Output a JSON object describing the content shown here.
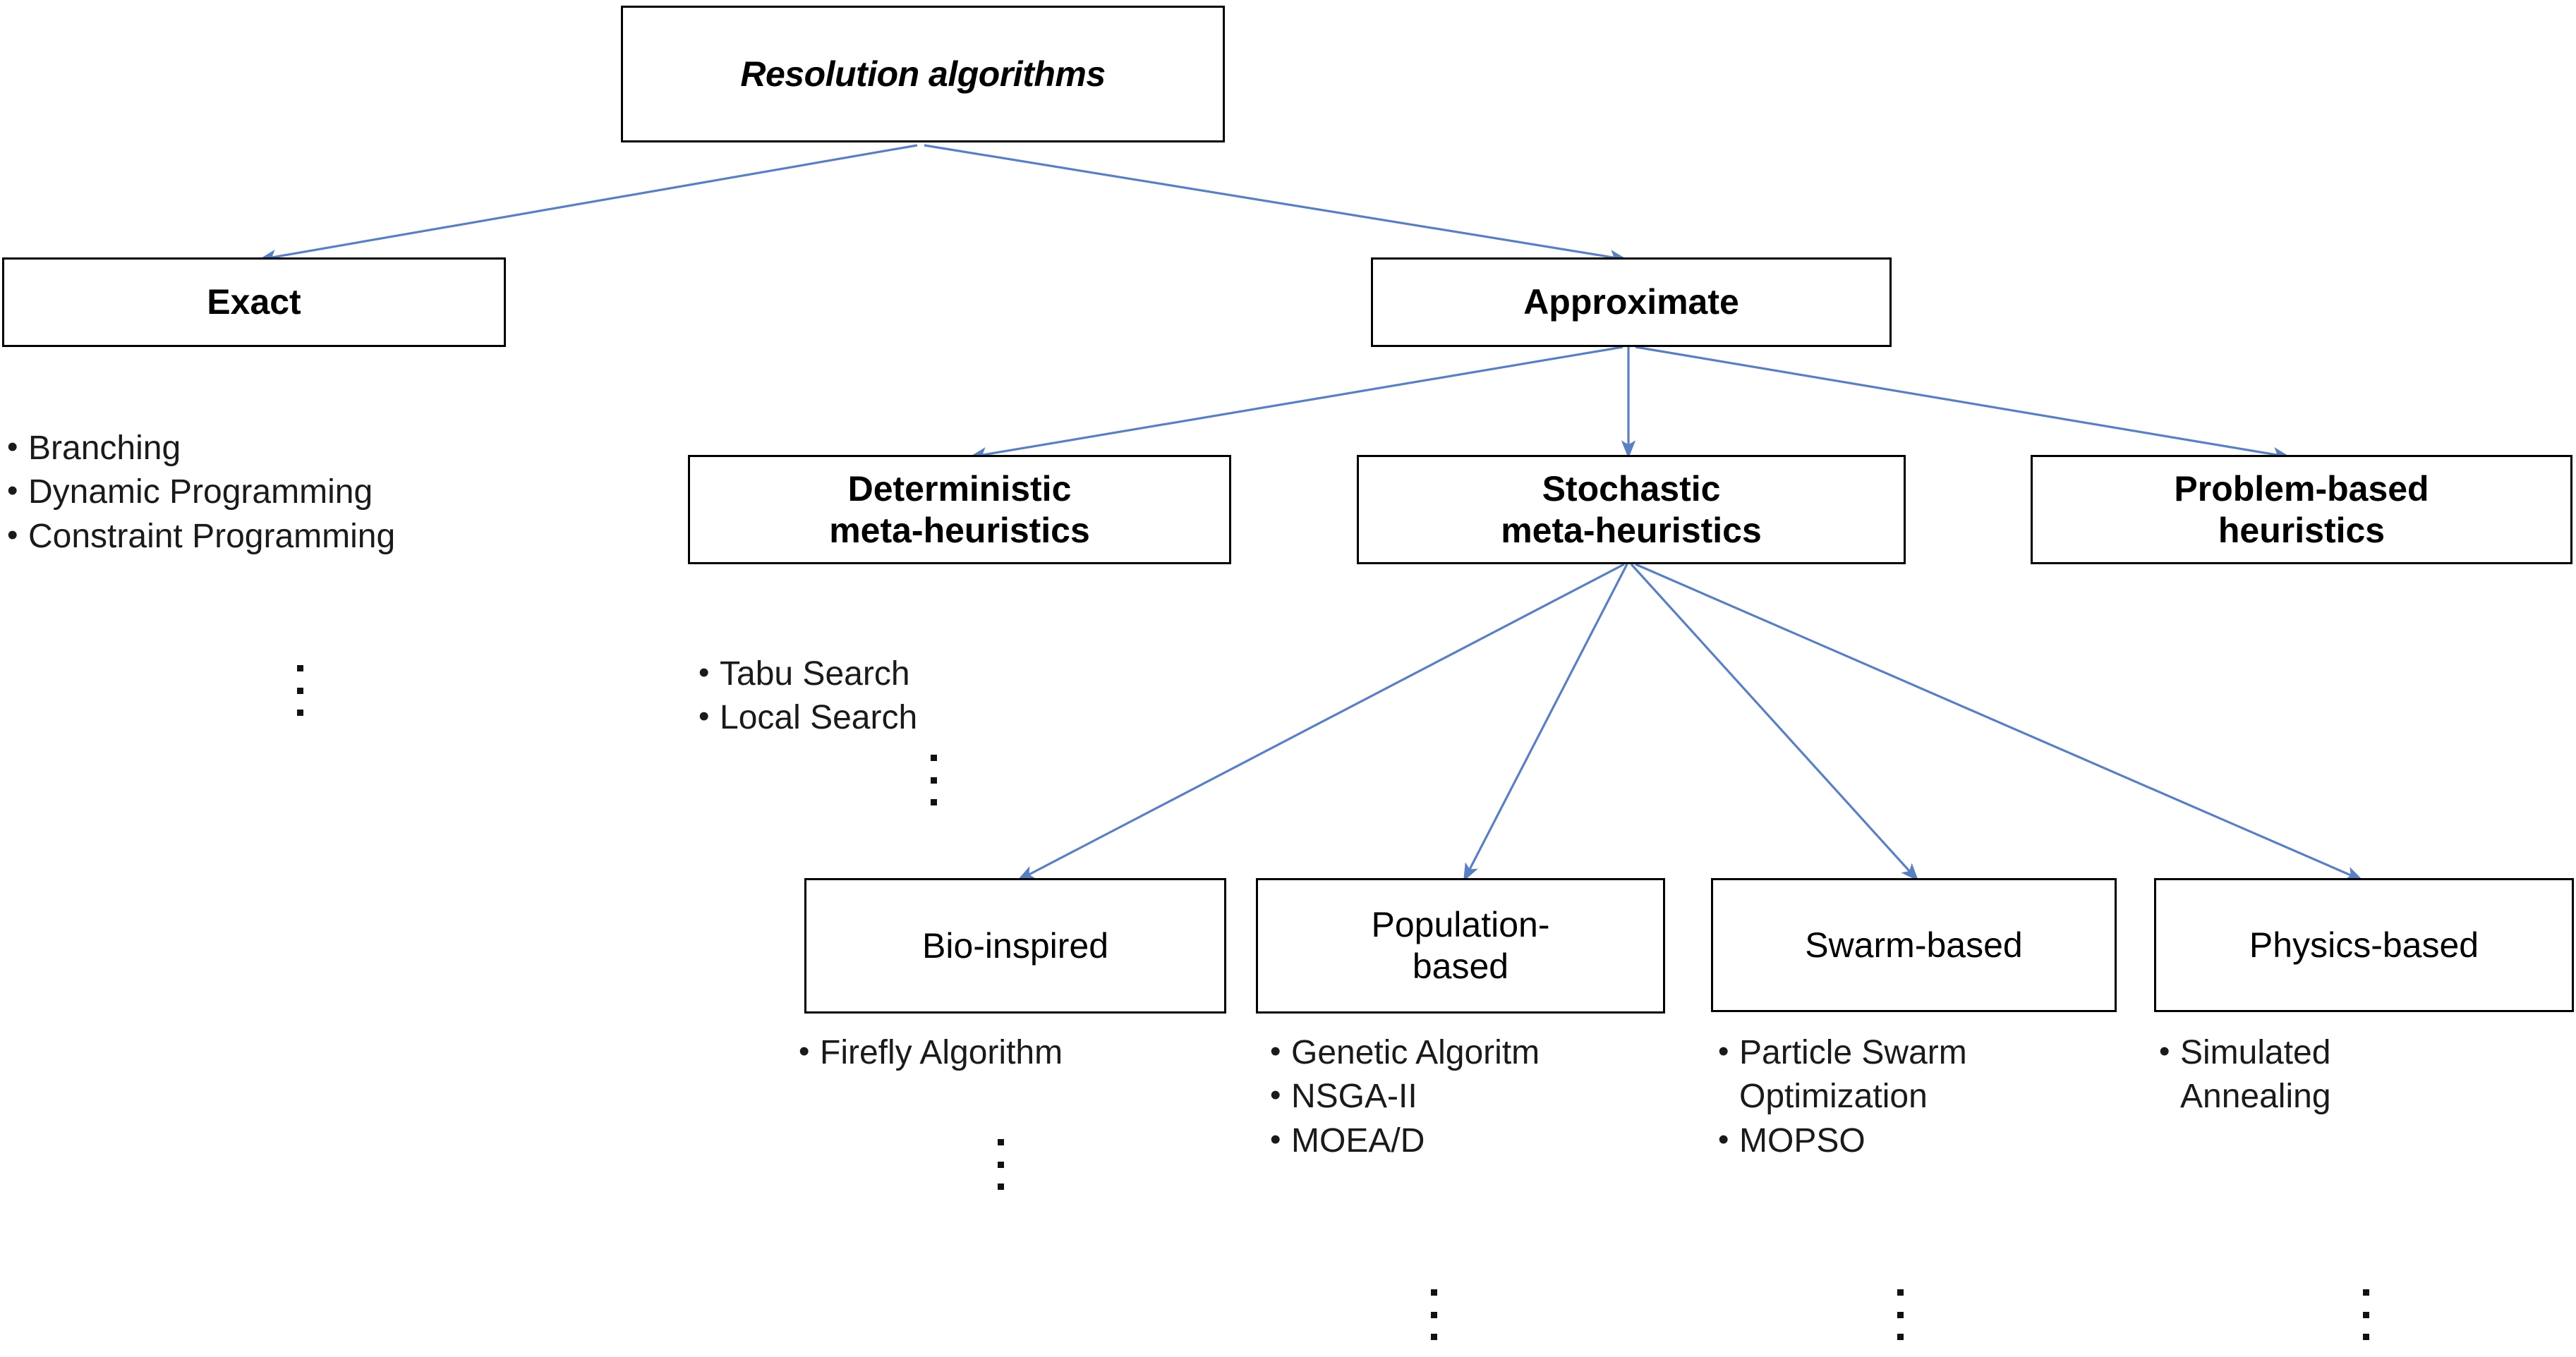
{
  "diagram": {
    "title": "Resolution algorithms taxonomy",
    "arrow_color": "#5b7fc0",
    "box_border_color": "#000000",
    "text_color": "#000000",
    "background": "#ffffff"
  },
  "nodes": {
    "root": {
      "label": "Resolution algorithms"
    },
    "exact": {
      "label": "Exact"
    },
    "approximate": {
      "label": "Approximate"
    },
    "deterministic": {
      "label": "Deterministic\nmeta-heuristics",
      "line1": "Deterministic",
      "line2": "meta-heuristics"
    },
    "stochastic": {
      "label": "Stochastic\nmeta-heuristics",
      "line1": "Stochastic",
      "line2": "meta-heuristics"
    },
    "problem_based": {
      "label": "Problem-based\nheuristics",
      "line1": "Problem-based",
      "line2": "heuristics"
    },
    "bio_inspired": {
      "label": "Bio-inspired"
    },
    "population_based": {
      "label": "Population-\nbased",
      "line1": "Population-",
      "line2": "based"
    },
    "swarm_based": {
      "label": "Swarm-based"
    },
    "physics_based": {
      "label": "Physics-based"
    }
  },
  "lists": {
    "exact": {
      "items": [
        "Branching",
        "Dynamic Programming",
        "Constraint Programming"
      ],
      "ellipsis": "vertical-dots"
    },
    "deterministic": {
      "items": [
        "Tabu Search",
        "Local Search"
      ],
      "ellipsis": "vertical-dots"
    },
    "bio_inspired": {
      "items": [
        "Firefly Algorithm"
      ],
      "ellipsis": "vertical-dots"
    },
    "population_based": {
      "items": [
        "Genetic Algoritm",
        "NSGA-II",
        "MOEA/D"
      ],
      "ellipsis": "vertical-dots"
    },
    "swarm_based": {
      "items": [
        "Particle Swarm Optimization",
        "MOPSO"
      ],
      "item_first_line": "Particle Swarm",
      "item_first_cont": "Optimization",
      "ellipsis": "vertical-dots"
    },
    "physics_based": {
      "items": [
        "Simulated Annealing"
      ],
      "item_first_line": "Simulated",
      "item_first_cont": "Annealing",
      "ellipsis": "vertical-dots"
    }
  },
  "bullet_glyph": "•"
}
